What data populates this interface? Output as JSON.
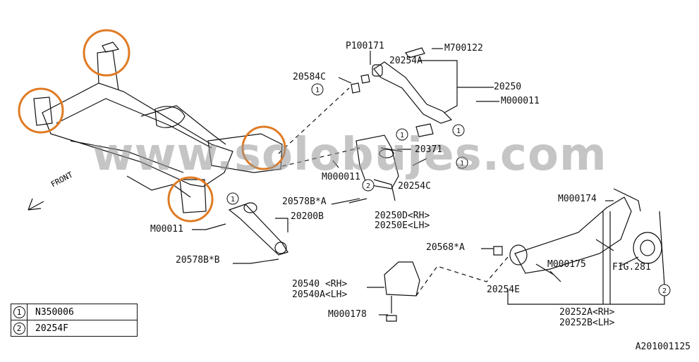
{
  "watermark": "www.solobujes.com",
  "front_label": "FRONT",
  "diagram_code": "A201001125",
  "legend": [
    {
      "num": "1",
      "part": "N350006"
    },
    {
      "num": "2",
      "part": "20254F"
    }
  ],
  "callouts": {
    "p100171": "P100171",
    "m700122": "M700122",
    "c20584": "20584C",
    "c20254a": "20254A",
    "c20250": "20250",
    "m000011a": "M000011",
    "c20371": "20371",
    "m000011b": "M000011",
    "c20254c": "20254C",
    "c20250d": "20250D<RH>",
    "c20250e": "20250E<LH>",
    "c20578a": "20578B*A",
    "c20200b": "20200B",
    "m000011c": "M00011",
    "c20578b": "20578B*B",
    "m000174": "M000174",
    "c20568": "20568*A",
    "m000175": "M000175",
    "fig281": "FIG.281",
    "c20540": "20540 <RH>",
    "c20540a": "20540A<LH>",
    "c20254e": "20254E",
    "m000178": "M000178",
    "c20252a": "20252A<RH>",
    "c20252b": "20252B<LH>"
  },
  "markers": {
    "one": "1",
    "two": "2"
  },
  "colors": {
    "highlight": "#e07b24",
    "ink": "#111111",
    "watermark": "#969696"
  }
}
